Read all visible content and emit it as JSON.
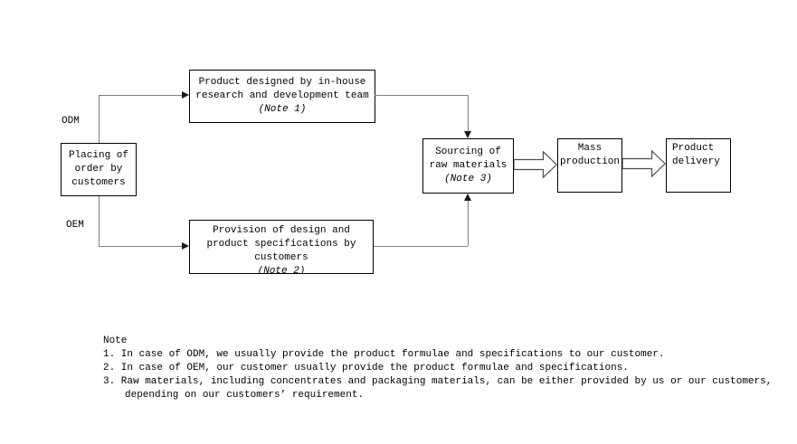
{
  "flowchart": {
    "branch_labels": {
      "odm": "ODM",
      "oem": "OEM"
    },
    "boxes": {
      "placing": {
        "lines": [
          "Placing of",
          "order by",
          "customers"
        ]
      },
      "inhouse": {
        "lines": [
          "Product designed by in-house",
          "research and development team"
        ],
        "note": "(Note 1)"
      },
      "provision": {
        "lines": [
          "Provision of design and",
          "product specifications by",
          "customers"
        ],
        "note": "(Note 2)"
      },
      "sourcing": {
        "lines": [
          "Sourcing of",
          "raw materials"
        ],
        "note": "(Note 3)"
      },
      "mass": {
        "lines": [
          "Mass",
          "production"
        ]
      },
      "delivery": {
        "lines": [
          "Product",
          "delivery"
        ]
      }
    }
  },
  "notes": {
    "heading": "Note",
    "items": [
      "1. In case of ODM, we usually provide the product formulae and specifications to our customer.",
      "2. In case of OEM, our customer usually provide the product formulae and specifications.",
      "3. Raw materials, including concentrates and packaging materials, can be either provided by us or our customers,",
      "depending on our customers’ requirement."
    ]
  },
  "colors": {
    "background": "#ffffff",
    "box_border": "#000000",
    "connector_line": "#808080",
    "text": "#000000"
  }
}
